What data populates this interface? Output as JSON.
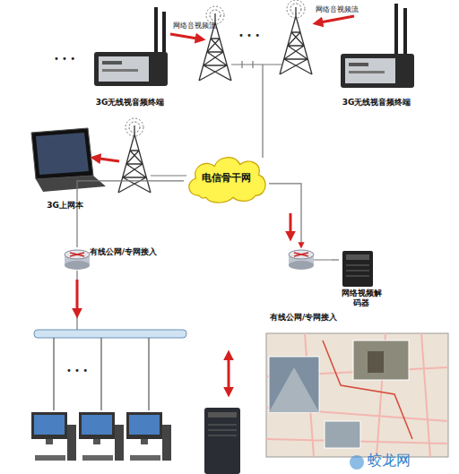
{
  "diagram": {
    "nodes": [
      {
        "text": [
          "3G无线视音频终端"
        ]
      },
      {
        "text": [
          "3G无线视音频终端"
        ]
      },
      {
        "text": [
          "3G上网本"
        ]
      },
      {
        "text": [
          "电信骨干网"
        ]
      },
      {
        "text": [
          "有线公网/专网接入"
        ]
      },
      {
        "text": [
          "有线公网/专网接入"
        ]
      },
      {
        "text": [
          "网络视频解码器"
        ]
      }
    ],
    "edges": [
      {
        "from": 3,
        "to": 4,
        "arrow": "none"
      },
      {
        "from": 3,
        "to": 5,
        "arrow": "to"
      },
      {
        "from": 5,
        "to": 6,
        "arrow": "none"
      }
    ],
    "labels": [
      "网络音视频流",
      "网络音视频流",
      "• • •",
      "• • •",
      "• • •",
      "蛟龙网"
    ]
  }
}
